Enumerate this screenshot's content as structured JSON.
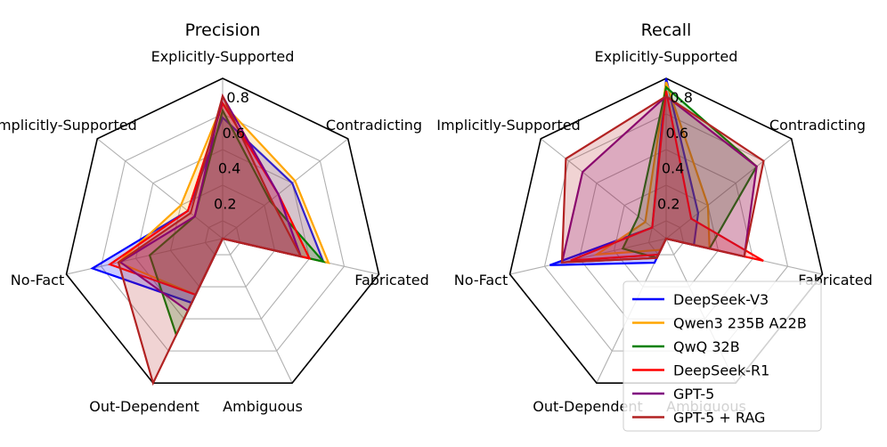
{
  "chart_data": [
    {
      "type": "radar",
      "title": "Precision",
      "axes": [
        "Explicitly-Supported",
        "Contradicting",
        "Fabricated",
        "Ambiguous",
        "Out-Dependent",
        "No-Fact",
        "Implicitly-Supported"
      ],
      "rticks": [
        "0.2",
        "0.4",
        "0.6",
        "0.8"
      ],
      "rmax": 0.9,
      "grid": true,
      "series": [
        {
          "name": "DeepSeek-V3",
          "color": "#0000ff",
          "values": [
            0.68,
            0.5,
            0.58,
            0.0,
            0.4,
            0.75,
            0.25
          ]
        },
        {
          "name": "Qwen3 235B A22B",
          "color": "#ffa500",
          "values": [
            0.76,
            0.52,
            0.61,
            0.0,
            0.35,
            0.6,
            0.3
          ]
        },
        {
          "name": "QwQ 32B",
          "color": "#008000",
          "values": [
            0.72,
            0.34,
            0.58,
            0.0,
            0.6,
            0.42,
            0.2
          ]
        },
        {
          "name": "DeepSeek-R1",
          "color": "#ff0000",
          "values": [
            0.76,
            0.4,
            0.5,
            0.0,
            0.35,
            0.65,
            0.25
          ]
        },
        {
          "name": "GPT-5",
          "color": "#800080",
          "values": [
            0.8,
            0.4,
            0.45,
            0.0,
            0.45,
            0.59,
            0.2
          ]
        },
        {
          "name": "GPT-5 + RAG",
          "color": "#b22222",
          "values": [
            0.8,
            0.35,
            0.45,
            0.0,
            0.9,
            0.6,
            0.23
          ]
        }
      ]
    },
    {
      "type": "radar",
      "title": "Recall",
      "axes": [
        "Explicitly-Supported",
        "Contradicting",
        "Fabricated",
        "Ambiguous",
        "Out-Dependent",
        "No-Fact",
        "Implicitly-Supported"
      ],
      "rticks": [
        "0.2",
        "0.4",
        "0.6",
        "0.8"
      ],
      "rmax": 0.9,
      "grid": true,
      "series": [
        {
          "name": "DeepSeek-V3",
          "color": "#0000ff",
          "values": [
            0.9,
            0.23,
            0.16,
            0.0,
            0.15,
            0.67,
            0.1
          ]
        },
        {
          "name": "Qwen3 235B A22B",
          "color": "#ffa500",
          "values": [
            0.88,
            0.3,
            0.25,
            0.0,
            0.07,
            0.4,
            0.15
          ]
        },
        {
          "name": "QwQ 32B",
          "color": "#008000",
          "values": [
            0.85,
            0.65,
            0.25,
            0.0,
            0.12,
            0.25,
            0.2
          ]
        },
        {
          "name": "DeepSeek-R1",
          "color": "#ff0000",
          "values": [
            0.83,
            0.18,
            0.56,
            0.0,
            0.1,
            0.55,
            0.1
          ]
        },
        {
          "name": "GPT-5",
          "color": "#800080",
          "values": [
            0.8,
            0.65,
            0.45,
            0.0,
            0.12,
            0.6,
            0.6
          ]
        },
        {
          "name": "GPT-5 + RAG",
          "color": "#b22222",
          "values": [
            0.8,
            0.7,
            0.45,
            0.0,
            0.12,
            0.6,
            0.72
          ]
        }
      ]
    }
  ],
  "legend": {
    "placement": "lower-right",
    "entries": [
      "DeepSeek-V3",
      "Qwen3 235B A22B",
      "QwQ 32B",
      "DeepSeek-R1",
      "GPT-5",
      "GPT-5 + RAG"
    ]
  }
}
